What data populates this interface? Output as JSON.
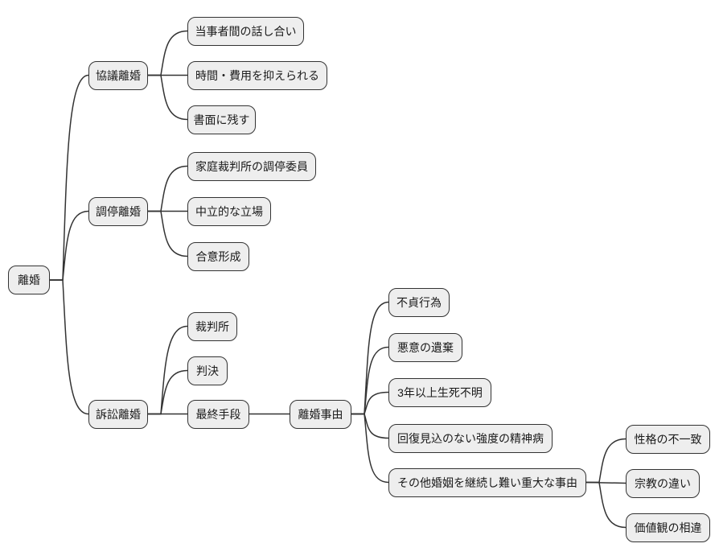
{
  "diagram": {
    "type": "mindmap",
    "colors": {
      "background": "#ffffff",
      "node_fill": "#eeeeee",
      "node_border": "#333333",
      "edge": "#333333",
      "text": "#1a1a1a"
    },
    "root": {
      "label": "離婚",
      "children": [
        {
          "label": "協議離婚",
          "children": [
            {
              "label": "当事者間の話し合い"
            },
            {
              "label": "時間・費用を抑えられる"
            },
            {
              "label": "書面に残す"
            }
          ]
        },
        {
          "label": "調停離婚",
          "children": [
            {
              "label": "家庭裁判所の調停委員"
            },
            {
              "label": "中立的な立場"
            },
            {
              "label": "合意形成"
            }
          ]
        },
        {
          "label": "訴訟離婚",
          "children": [
            {
              "label": "裁判所"
            },
            {
              "label": "判決"
            },
            {
              "label": "最終手段",
              "children": [
                {
                  "label": "離婚事由",
                  "children": [
                    {
                      "label": "不貞行為"
                    },
                    {
                      "label": "悪意の遺棄"
                    },
                    {
                      "label": "3年以上生死不明"
                    },
                    {
                      "label": "回復見込のない強度の精神病"
                    },
                    {
                      "label": "その他婚姻を継続し難い重大な事由",
                      "children": [
                        {
                          "label": "性格の不一致"
                        },
                        {
                          "label": "宗教の違い"
                        },
                        {
                          "label": "価値観の相違"
                        }
                      ]
                    }
                  ]
                }
              ]
            }
          ]
        }
      ]
    }
  }
}
